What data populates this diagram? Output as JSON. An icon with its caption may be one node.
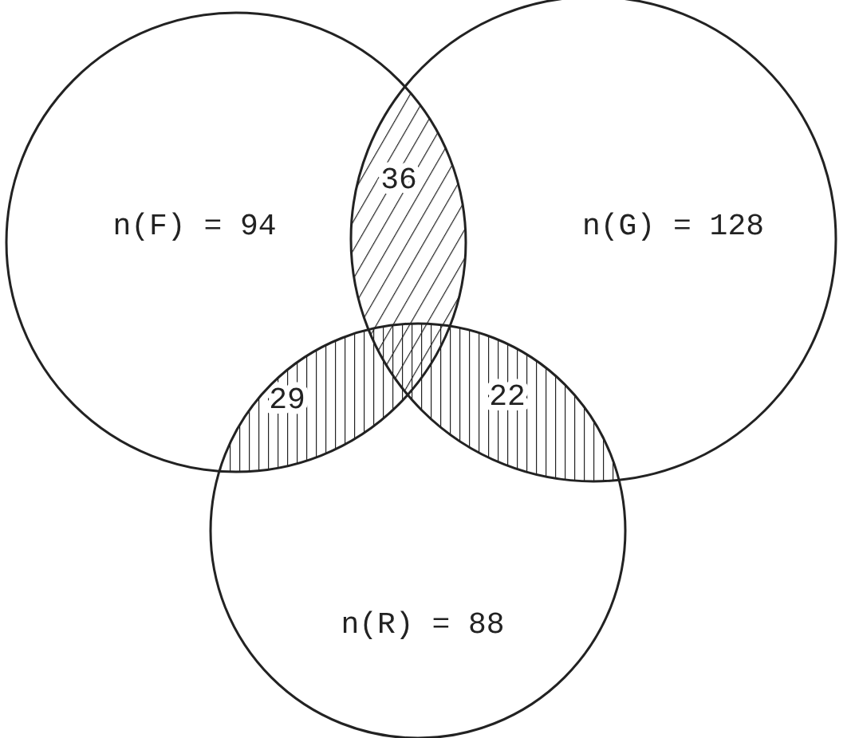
{
  "diagram": {
    "nodes": [
      {
        "text": [
          "n(F) = 94"
        ]
      },
      {
        "text": [
          "36"
        ]
      },
      {
        "text": [
          "n(G) = 128"
        ]
      },
      {
        "text": [
          "29"
        ]
      },
      {
        "text": [
          "22"
        ]
      },
      {
        "text": [
          "n(R) = 88"
        ]
      }
    ]
  }
}
